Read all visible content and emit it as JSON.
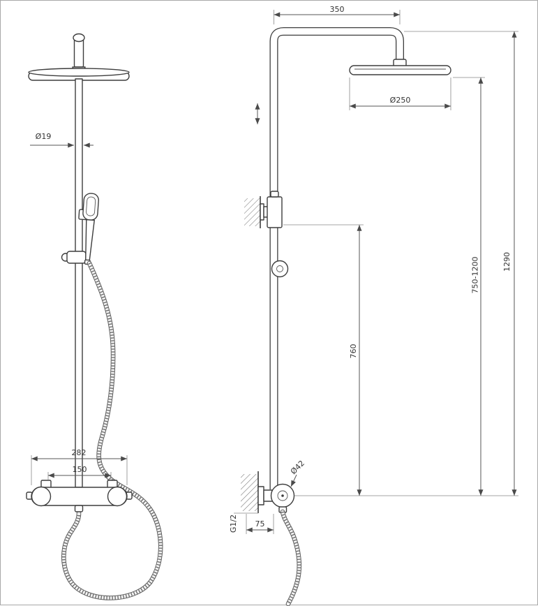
{
  "drawing": {
    "front_view": {
      "dim_pipe_diameter": "Ø19",
      "dim_mixer_width": "282",
      "dim_inlet_spacing": "150"
    },
    "side_view": {
      "dim_arm_length": "350",
      "dim_head_diameter": "Ø250",
      "dim_total_height": "1290",
      "dim_riser_height": "750-1200",
      "dim_bracket_height": "760",
      "dim_escutcheon_diameter": "Ø42",
      "dim_connection_thread": "G1/2",
      "dim_wall_distance": "75"
    },
    "colors": {
      "line": "#3d3d3d",
      "dimension": "#555555",
      "background": "#ffffff"
    }
  }
}
